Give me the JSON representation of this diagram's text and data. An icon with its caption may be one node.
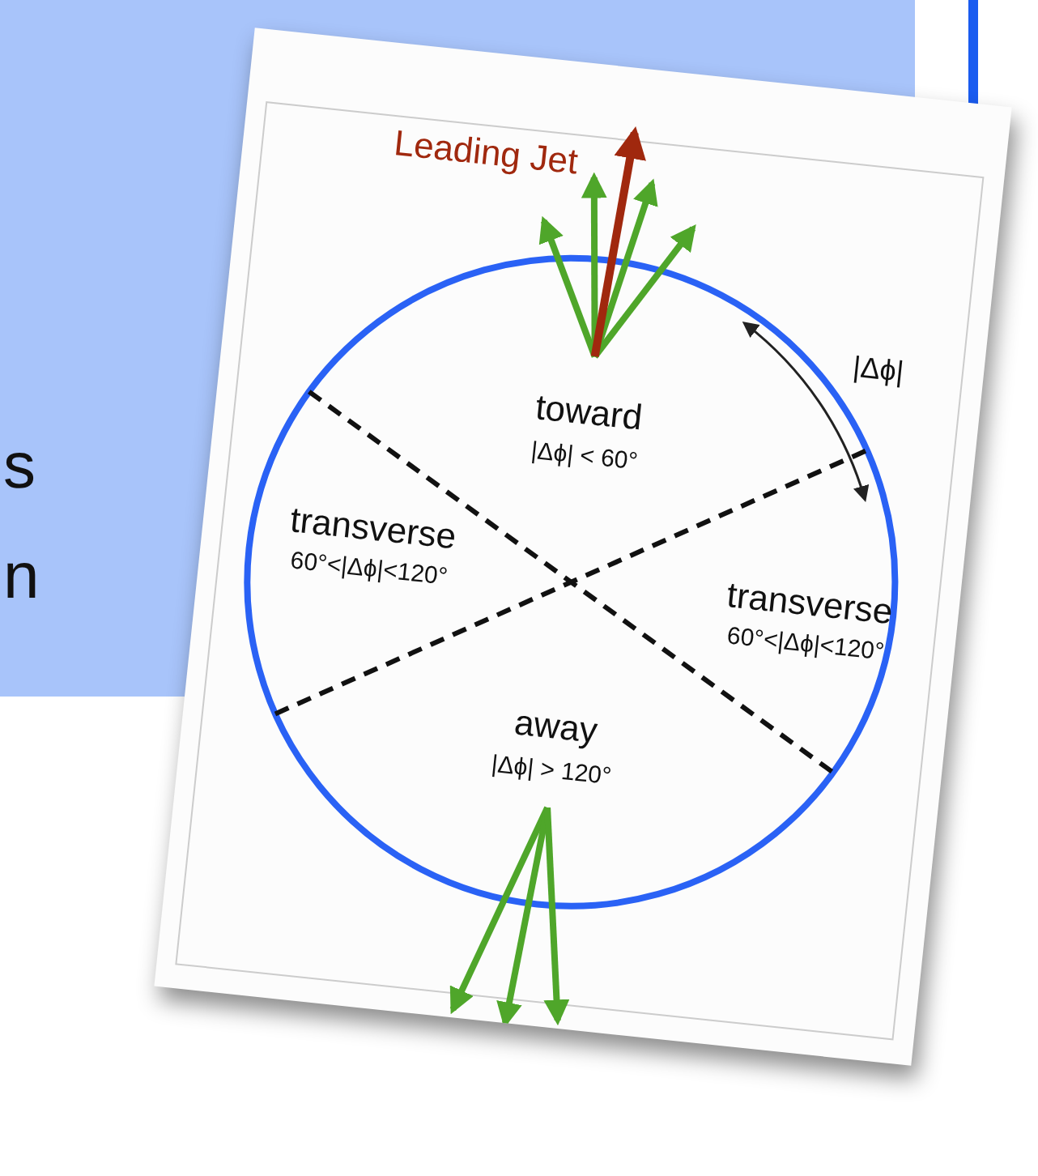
{
  "diagram": {
    "labels": [
      "s",
      "n",
      "Leading Jet",
      "|Δϕ|",
      "toward",
      "|Δϕ| < 60°",
      "transverse",
      "60°<|Δϕ|<120°",
      "transverse",
      "60°<|Δϕ|<120°",
      "away",
      "|Δϕ| > 120°"
    ]
  }
}
